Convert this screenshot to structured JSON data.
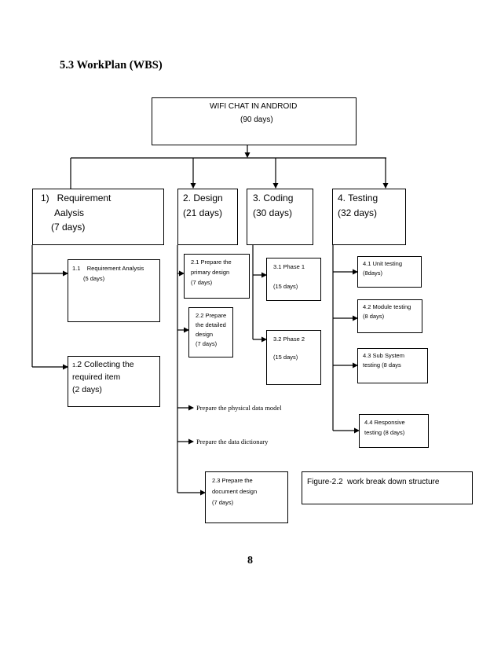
{
  "heading": "5.3 WorkPlan (WBS)",
  "root": {
    "line1": "WIFI CHAT IN ANDROID",
    "line2": "(90 days)"
  },
  "phases": {
    "req": {
      "line1": "1)   Requirement",
      "line2": "Aalysis",
      "line3": "(7 days)"
    },
    "design": {
      "line1": "2. Design",
      "line2": "(21 days)"
    },
    "coding": {
      "line1": "3. Coding",
      "line2": "(30 days)"
    },
    "testing": {
      "line1": "4. Testing",
      "line2": "(32 days)"
    }
  },
  "tasks": {
    "t11": {
      "line1": "1.1    Requirement Analysis",
      "line2": "(5 days)"
    },
    "t12": {
      "num": "1.",
      "line1": "2 Collecting the",
      "line2": "required item",
      "line3": "(2 days)"
    },
    "t21": {
      "line1": "2.1 Prepare the",
      "line2": "primary design",
      "line3": "(7 days)"
    },
    "t22": {
      "line1": "2.2 Prepare",
      "line2": "the detailed",
      "line3": "design",
      "line4": "(7 days)"
    },
    "t23": {
      "line1": "2.3 Prepare the",
      "line2": "document design",
      "line3": "(7 days)"
    },
    "t31": {
      "line1": "3.1 Phase 1",
      "line2": "(15 days)"
    },
    "t32": {
      "line1": "3.2 Phase 2",
      "line2": "(15 days)"
    },
    "t41": {
      "line1": "4.1 Unit testing",
      "line2": "(8days)"
    },
    "t42": {
      "line1": "4.2 Module testing",
      "line2": "(8 days)"
    },
    "t43": {
      "line1": "4.3 Sub System",
      "line2": "testing (8 days"
    },
    "t44": {
      "line1": "4.4 Responsive",
      "line2": "testing (8 days)"
    }
  },
  "items": {
    "physical_model": "Prepare the physical data model",
    "data_dictionary": "Prepare the data dictionary"
  },
  "caption": "Figure-2.2  work break down structure",
  "page_number": "8"
}
